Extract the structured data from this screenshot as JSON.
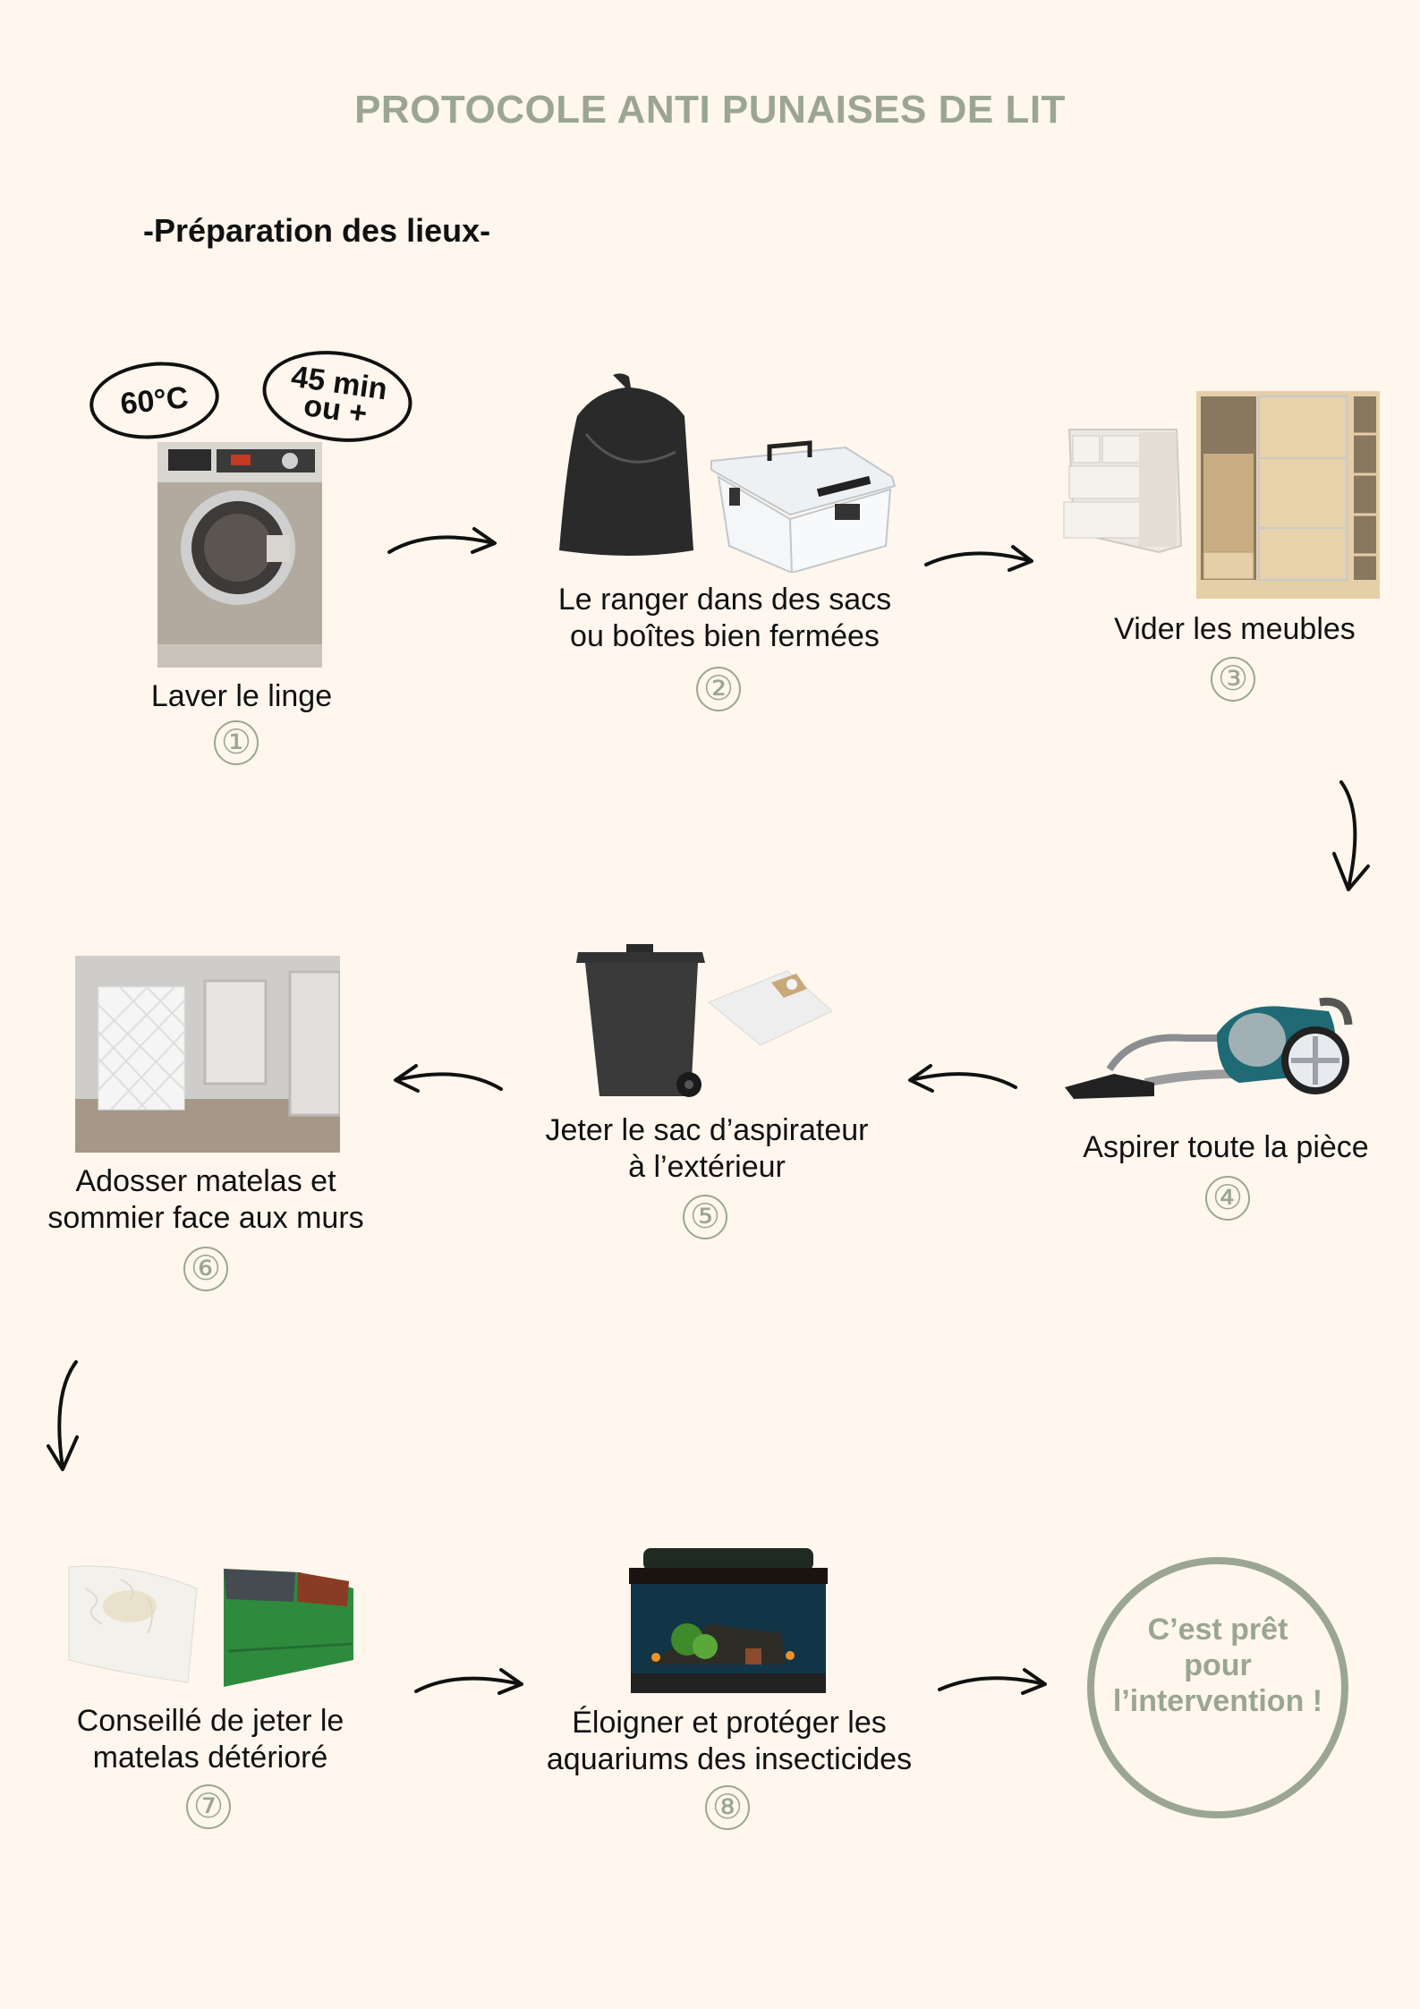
{
  "title": "PROTOCOLE ANTI PUNAISES DE LIT",
  "section": "-Préparation des lieux-",
  "colors": {
    "background": "#fff6ed",
    "accent": "#9ba692",
    "text": "#111111"
  },
  "wash_badges": {
    "temperature": "60°C",
    "duration_line1": "45 min",
    "duration_line2": "ou +"
  },
  "steps": [
    {
      "number": "①",
      "line1": "Laver le linge",
      "line2": "",
      "image": "washing-machine"
    },
    {
      "number": "②",
      "line1": "Le ranger dans des sacs",
      "line2": "ou boîtes bien fermées",
      "image": "trash-bag-and-storage-box"
    },
    {
      "number": "③",
      "line1": "Vider les meubles",
      "line2": "",
      "image": "dresser-and-wardrobe"
    },
    {
      "number": "④",
      "line1": "Aspirer toute la pièce",
      "line2": "",
      "image": "vacuum-cleaner"
    },
    {
      "number": "⑤",
      "line1": "Jeter le sac d’aspirateur",
      "line2": "à l’extérieur",
      "image": "wheelie-bin-and-vacuum-bag"
    },
    {
      "number": "⑥",
      "line1": "Adosser matelas et",
      "line2": "sommier face aux murs",
      "image": "mattress-against-wall"
    },
    {
      "number": "⑦",
      "line1": "Conseillé de jeter le",
      "line2": "matelas détérioré",
      "image": "mattress-and-dumpster"
    },
    {
      "number": "⑧",
      "line1": "Éloigner et protéger les",
      "line2": "aquariums des insecticides",
      "image": "aquarium"
    }
  ],
  "final": {
    "line1": "C’est prêt pour",
    "line2": "l’intervention !"
  }
}
